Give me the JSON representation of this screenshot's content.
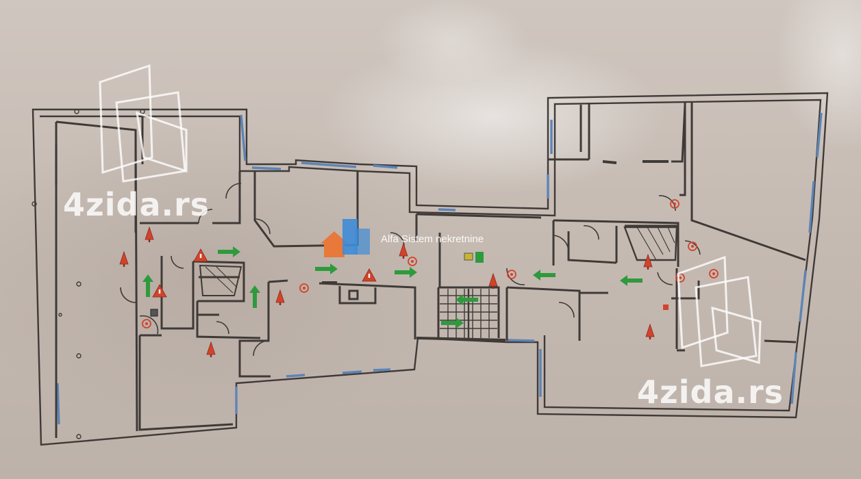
{
  "watermarks": {
    "top_left": "4zida.rs",
    "bottom_right": "4zida.rs",
    "agency": "Alfa Sistem nekretnine"
  },
  "colors": {
    "wall": "#3f3a37",
    "window": "#5d84b6",
    "exit_arrow": "#2e9a3d",
    "fire_symbol": "#d2432c"
  }
}
